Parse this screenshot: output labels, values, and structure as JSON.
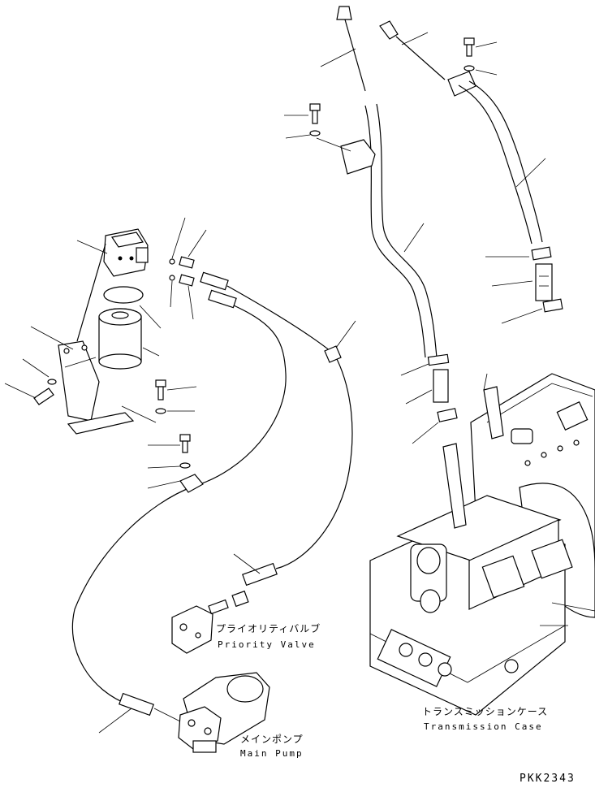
{
  "labels": {
    "priority_valve_jp": "プライオリティバルブ",
    "priority_valve_en": "Priority Valve",
    "main_pump_jp": "メインポンプ",
    "main_pump_en": "Main Pump",
    "transmission_case_jp": "トランスミッションケース",
    "transmission_case_en": "Transmission Case"
  },
  "drawing_code": "PKK2343"
}
